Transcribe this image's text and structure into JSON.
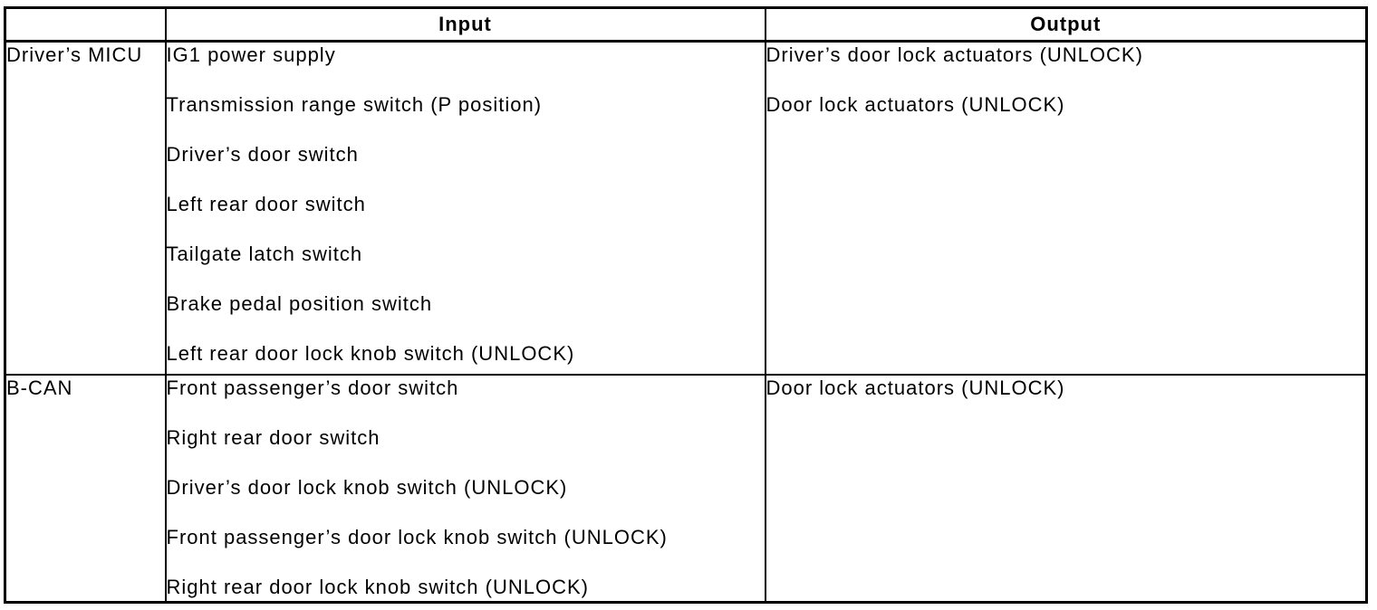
{
  "table": {
    "headers": {
      "corner": "",
      "input": "Input",
      "output": "Output"
    },
    "rows": [
      {
        "source": "Driver’s MICU",
        "inputs": [
          "IG1 power supply",
          "Transmission range switch (P position)",
          "Driver’s door switch",
          "Left rear door switch",
          "Tailgate latch switch",
          "Brake pedal position switch",
          "Left rear door lock knob switch (UNLOCK)"
        ],
        "outputs": [
          "Driver’s door lock actuators (UNLOCK)",
          "Door lock actuators (UNLOCK)"
        ]
      },
      {
        "source": "B-CAN",
        "inputs": [
          "Front passenger’s door switch",
          "Right rear door switch",
          "Driver’s door lock knob switch (UNLOCK)",
          "Front passenger’s door lock knob switch (UNLOCK)",
          "Right rear door lock knob switch (UNLOCK)"
        ],
        "outputs": [
          "Door lock actuators (UNLOCK)"
        ]
      }
    ],
    "colors": {
      "border": "#000000",
      "text": "#000000",
      "background": "#ffffff"
    }
  }
}
